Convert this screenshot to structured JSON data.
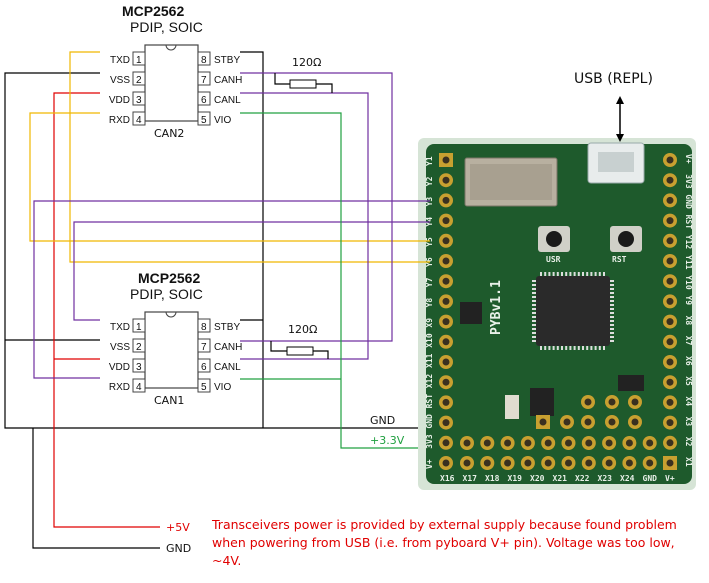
{
  "colors": {
    "gnd_wire": "#000000",
    "vdd_wire": "#e00000",
    "txd_rxd_can2_wire": "#f0b800",
    "can_bus_wire": "#7030a0",
    "vio_wire": "#20a040",
    "note_text": "#e00000",
    "pcb_green": "#1e5a2c"
  },
  "chips": [
    {
      "id": "can2",
      "title": "MCP2562",
      "package": "PDIP, SOIC",
      "name": "CAN2",
      "pins_left": [
        {
          "num": "1",
          "label": "TXD"
        },
        {
          "num": "2",
          "label": "VSS"
        },
        {
          "num": "3",
          "label": "VDD"
        },
        {
          "num": "4",
          "label": "RXD"
        }
      ],
      "pins_right": [
        {
          "num": "8",
          "label": "STBY"
        },
        {
          "num": "7",
          "label": "CANH"
        },
        {
          "num": "6",
          "label": "CANL"
        },
        {
          "num": "5",
          "label": "VIO"
        }
      ]
    },
    {
      "id": "can1",
      "title": "MCP2562",
      "package": "PDIP, SOIC",
      "name": "CAN1",
      "pins_left": [
        {
          "num": "1",
          "label": "TXD"
        },
        {
          "num": "2",
          "label": "VSS"
        },
        {
          "num": "3",
          "label": "VDD"
        },
        {
          "num": "4",
          "label": "RXD"
        }
      ],
      "pins_right": [
        {
          "num": "8",
          "label": "STBY"
        },
        {
          "num": "7",
          "label": "CANH"
        },
        {
          "num": "6",
          "label": "CANL"
        },
        {
          "num": "5",
          "label": "VIO"
        }
      ]
    }
  ],
  "resistors": [
    {
      "label": "120Ω"
    },
    {
      "label": "120Ω"
    }
  ],
  "net_labels": {
    "gnd_board": "GND",
    "v33_board": "+3.3V",
    "v5_ext": "+5V",
    "gnd_ext": "GND"
  },
  "usb": {
    "label": "USB (REPL)"
  },
  "pyboard": {
    "name": "PYBv1.1",
    "buttons": [
      "USR",
      "RST"
    ],
    "left_pins": [
      "Y1",
      "Y2",
      "Y3",
      "Y4",
      "Y5",
      "Y6",
      "Y7",
      "Y8",
      "X9",
      "X10",
      "X11",
      "X12",
      "RST",
      "GND",
      "3V3",
      "V+"
    ],
    "right_pins": [
      "V+",
      "3V3",
      "GND",
      "RST",
      "Y12",
      "Y11",
      "Y10",
      "Y9",
      "X8",
      "X7",
      "X6",
      "X5",
      "X4",
      "X3",
      "X2",
      "X1"
    ],
    "bottom_pins": [
      "X16",
      "X17",
      "X18",
      "X19",
      "X20",
      "X21",
      "X22",
      "X23",
      "X24",
      "GND",
      "V+"
    ]
  },
  "note": "Transceivers power is provided by external supply because found problem when powering from USB (i.e. from pyboard V+ pin). Voltage was too low, ~4V."
}
